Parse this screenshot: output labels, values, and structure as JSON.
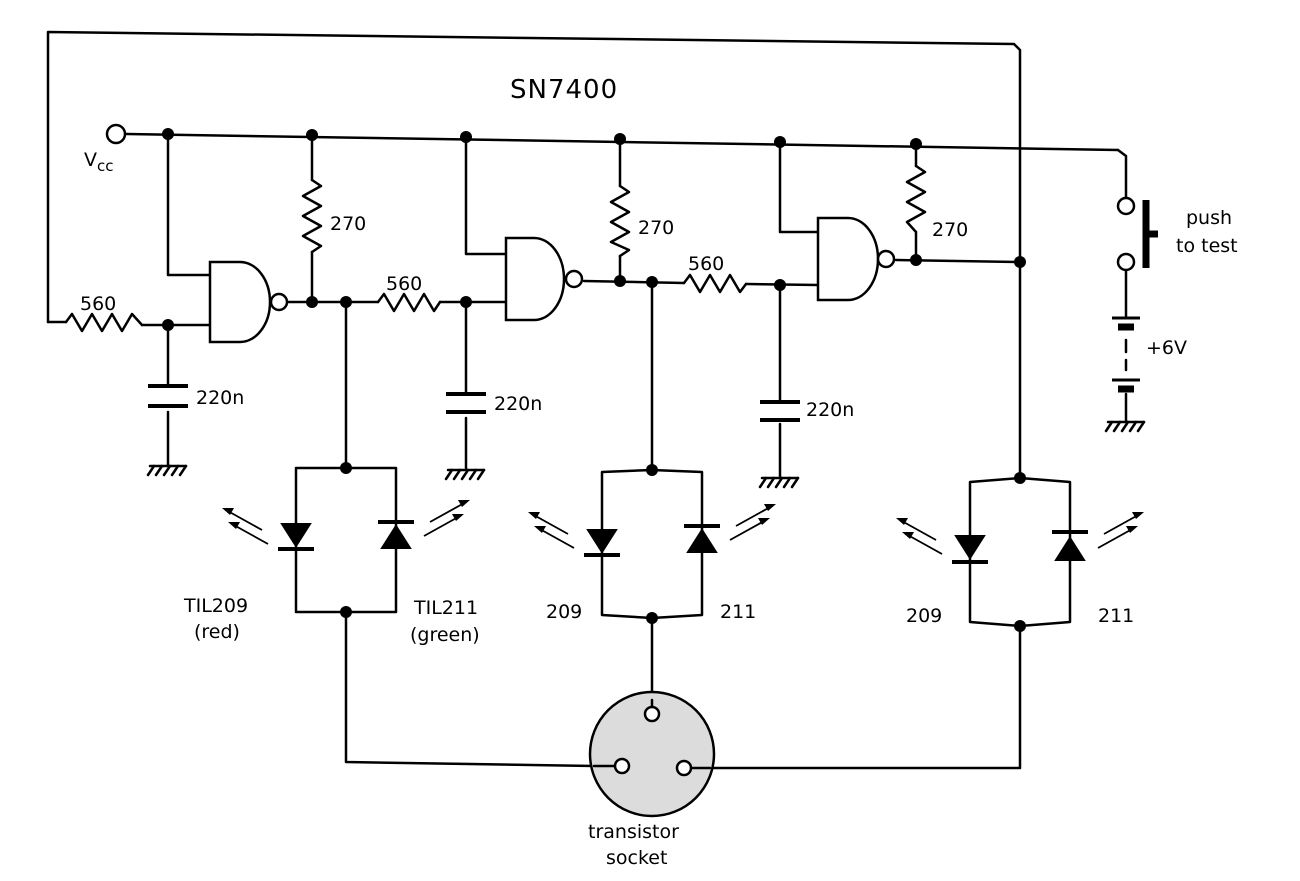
{
  "chip_label": "SN7400",
  "vcc_label": "V",
  "vcc_subscript": "cc",
  "pullup_resistors": [
    "270",
    "270",
    "270"
  ],
  "series_resistors": [
    "560",
    "560",
    "560"
  ],
  "capacitors": [
    "220n",
    "220n",
    "220n"
  ],
  "led_stage_1": {
    "left_label_line1": "TIL209",
    "left_label_line2": "(red)",
    "right_label_line1": "TIL211",
    "right_label_line2": "(green)"
  },
  "led_stage_2": {
    "left_label": "209",
    "right_label": "211"
  },
  "led_stage_3": {
    "left_label": "209",
    "right_label": "211"
  },
  "switch_label_line1": "push",
  "switch_label_line2": "to test",
  "battery_label": "+6V",
  "socket_label_line1": "transistor",
  "socket_label_line2": "socket",
  "colors": {
    "ink": "#000000",
    "paper": "#ffffff",
    "socket_fill": "#dcdcdc"
  }
}
